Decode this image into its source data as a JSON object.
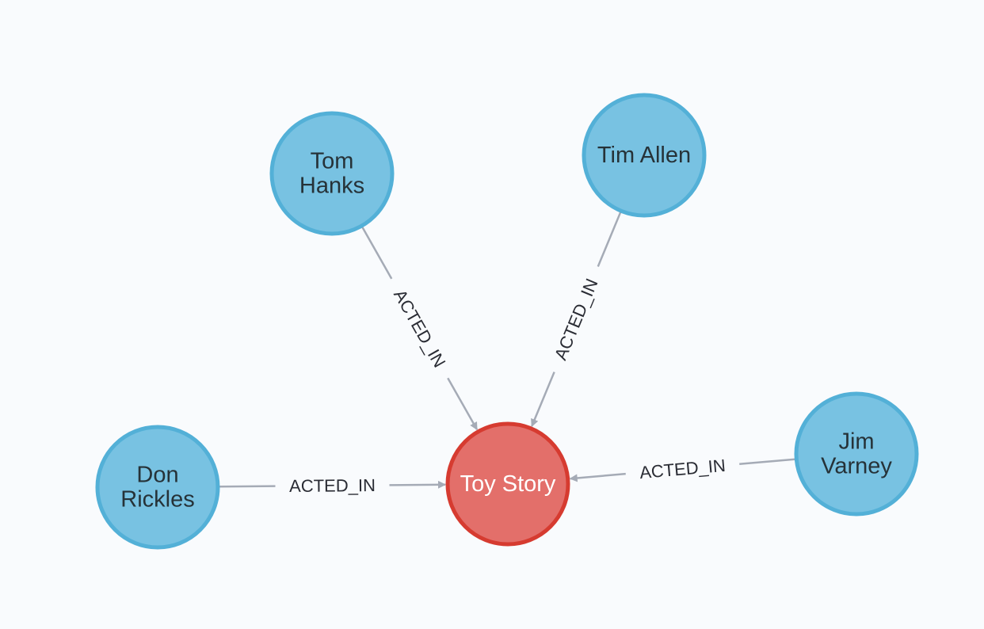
{
  "graph": {
    "colors": {
      "background": "#f9fbfd",
      "person_fill": "#78c2e2",
      "person_stroke": "#53b0d7",
      "person_text": "#263238",
      "movie_fill": "#e36f6a",
      "movie_stroke": "#d63b30",
      "movie_text": "#ffffff",
      "relationship_line": "#a5abb6"
    },
    "nodes": [
      {
        "id": "tom-hanks",
        "label": "Person",
        "name_lines": [
          "Tom",
          "Hanks"
        ]
      },
      {
        "id": "tim-allen",
        "label": "Person",
        "name_lines": [
          "Tim Allen"
        ]
      },
      {
        "id": "don-rickles",
        "label": "Person",
        "name_lines": [
          "Don",
          "Rickles"
        ]
      },
      {
        "id": "jim-varney",
        "label": "Person",
        "name_lines": [
          "Jim",
          "Varney"
        ]
      },
      {
        "id": "toy-story",
        "label": "Movie",
        "name_lines": [
          "Toy Story"
        ]
      }
    ],
    "relationships": [
      {
        "type": "ACTED_IN",
        "from": "tom-hanks",
        "to": "toy-story"
      },
      {
        "type": "ACTED_IN",
        "from": "tim-allen",
        "to": "toy-story"
      },
      {
        "type": "ACTED_IN",
        "from": "don-rickles",
        "to": "toy-story"
      },
      {
        "type": "ACTED_IN",
        "from": "jim-varney",
        "to": "toy-story"
      }
    ]
  }
}
